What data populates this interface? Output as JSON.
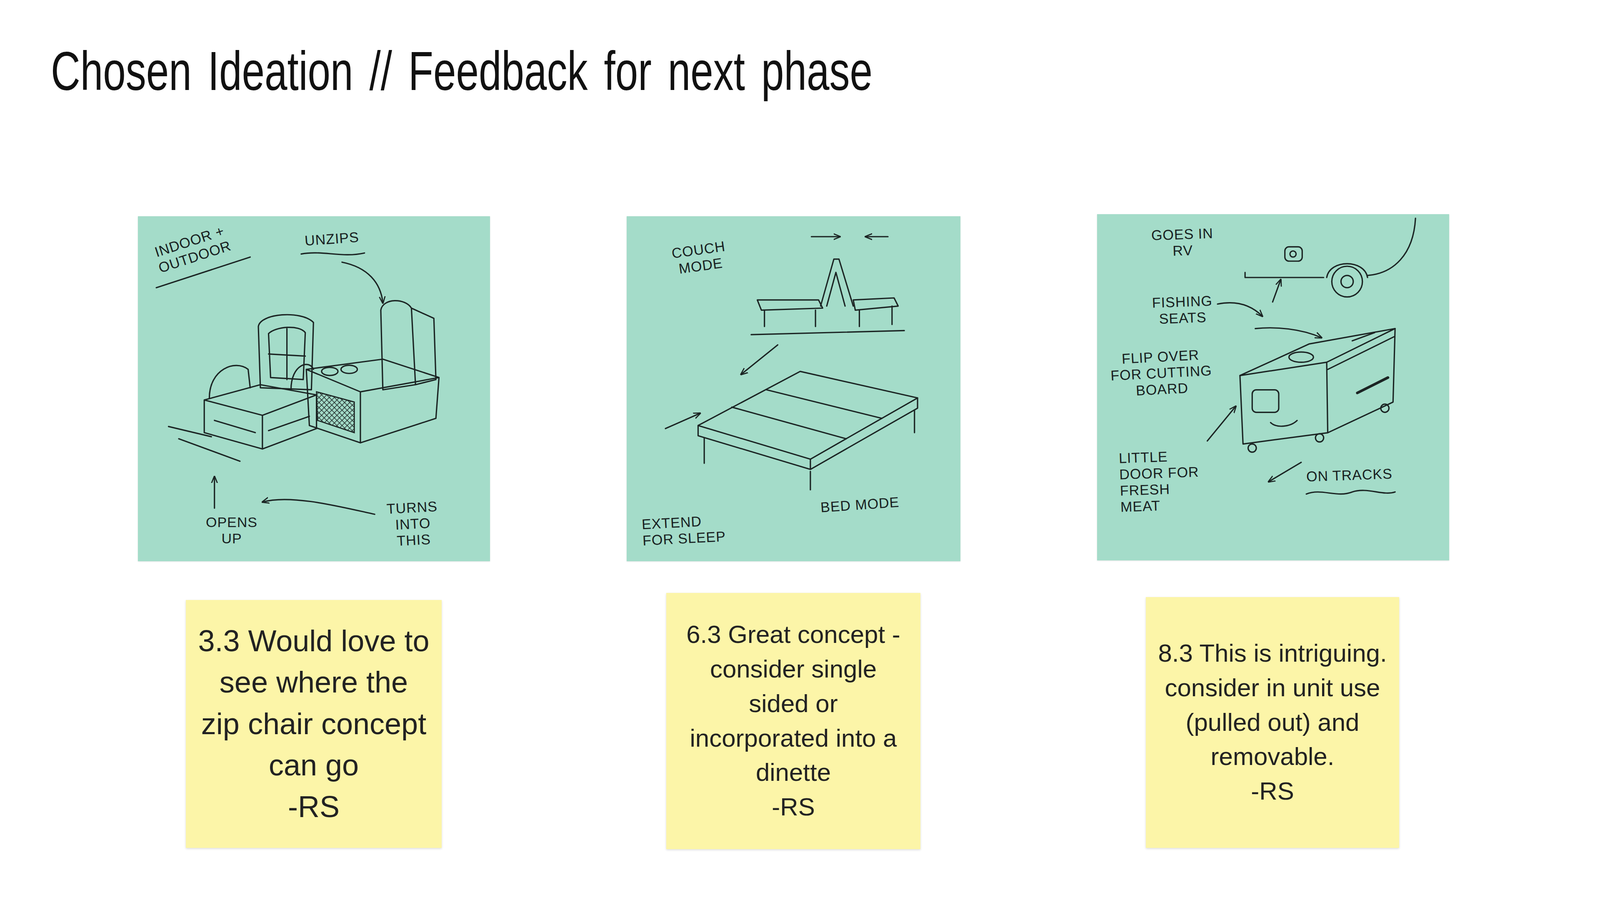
{
  "diagram": {
    "title": "Chosen Ideation // Feedback for next phase",
    "nodes": [
      {
        "text": [
          "INDOOR + OUTDOOR",
          "UNZIPS",
          "OPENS UP",
          "TURNS INTO THIS"
        ]
      },
      {
        "text": [
          "COUCH MODE",
          "BED MODE",
          "EXTEND FOR SLEEP"
        ]
      },
      {
        "text": [
          "GOES IN RV",
          "FISHING SEATS",
          "FLIP OVER FOR CUTTING BOARD",
          "LITTLE DOOR FOR FRESH MEAT",
          "ON TRACKS"
        ]
      },
      {
        "text": [
          "3.3 Would love to see where the zip chair concept can go",
          "-RS"
        ]
      },
      {
        "text": [
          "6.3 Great concept - consider single sided or incorporated into a dinette",
          "-RS"
        ]
      },
      {
        "text": [
          "8.3 This is intriguing. consider in unit use (pulled out) and removable.",
          "-RS"
        ]
      }
    ]
  }
}
